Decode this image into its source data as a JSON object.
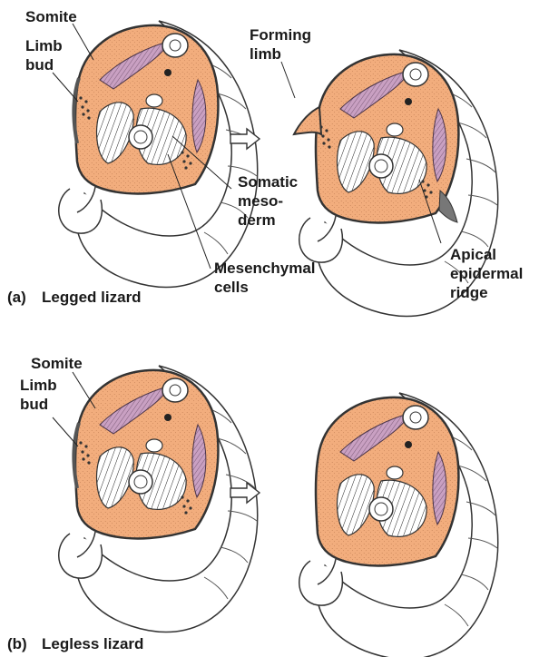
{
  "panel_a": {
    "caption_letter": "(a)",
    "caption_text": "Legged lizard",
    "labels": {
      "somite": "Somite",
      "limb_bud": "Limb\nbud",
      "forming_limb": "Forming\nlimb",
      "somatic_mesoderm": "Somatic\nmeso-\nderm",
      "mesenchymal_cells": "Mesenchymal\ncells",
      "apical_ridge": "Apical\nepidermal\nridge"
    }
  },
  "panel_b": {
    "caption_letter": "(b)",
    "caption_text": "Legless lizard",
    "labels": {
      "somite": "Somite",
      "limb_bud": "Limb\nbud"
    }
  },
  "colors": {
    "tissue": "#f2ad7d",
    "somite": "#c9a0c2",
    "outline": "#333333"
  },
  "icons": [
    "arrow-icon"
  ]
}
